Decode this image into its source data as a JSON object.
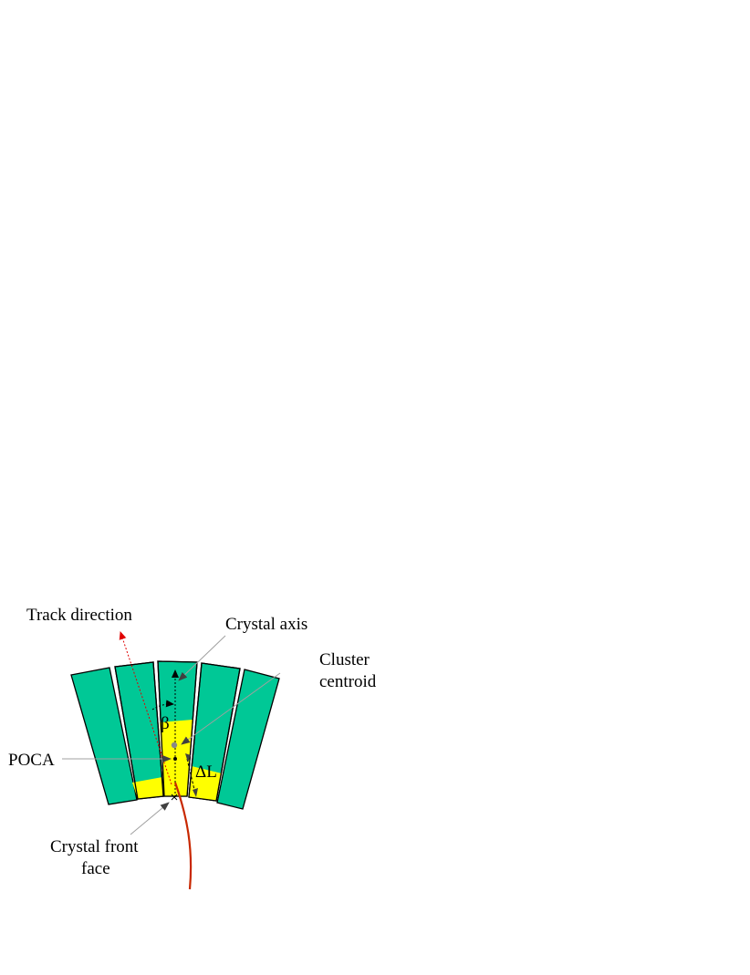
{
  "labels": {
    "track_direction": "Track direction",
    "crystal_axis": "Crystal axis",
    "cluster_centroid_line1": "Cluster",
    "cluster_centroid_line2": "centroid",
    "poca": "POCA",
    "beta": "β",
    "delta_l": "ΔL",
    "front_face_line1": "Crystal front",
    "front_face_line2": "face"
  },
  "colors": {
    "crystal": "#00c896",
    "crystal_outline": "#000000",
    "energy_deposit": "#ffff00",
    "track": "#c82800",
    "track_direction_arrow": "#e00000",
    "leader_line": "#a0a0a0",
    "arrowhead": "#404040"
  }
}
